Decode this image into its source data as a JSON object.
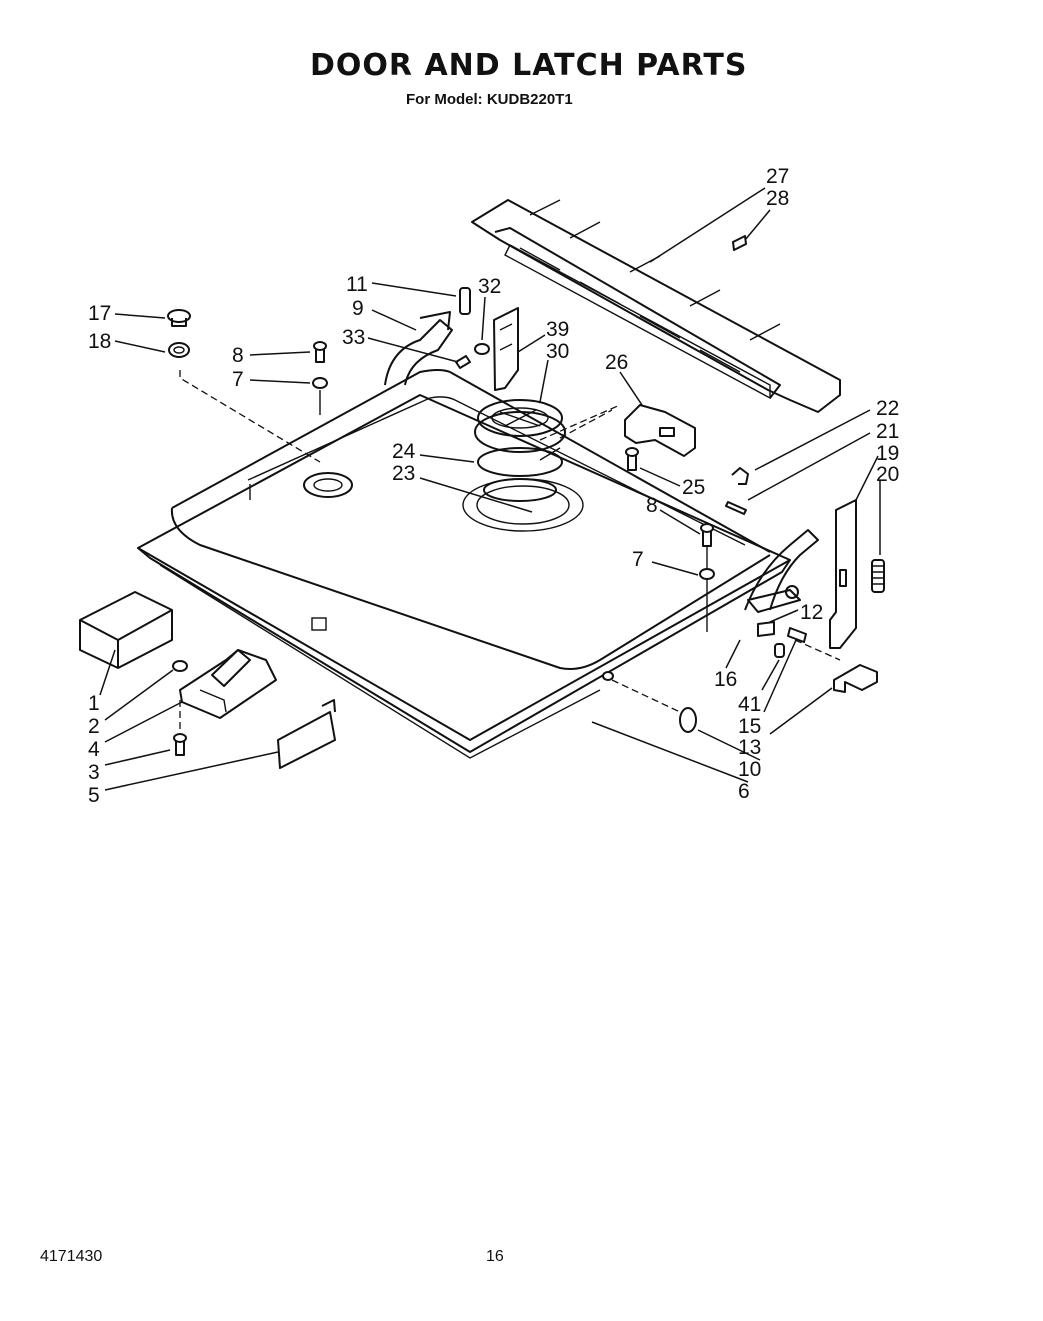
{
  "title": "DOOR AND LATCH PARTS",
  "subtitle": "For Model: KUDB220T1",
  "footer": {
    "doc_number": "4171430",
    "page_number": "16"
  },
  "callouts": {
    "c1": "1",
    "c2": "2",
    "c3": "3",
    "c4": "4",
    "c5": "5",
    "c6": "6",
    "c7a": "7",
    "c7b": "7",
    "c8a": "8",
    "c8b": "8",
    "c9": "9",
    "c10": "10",
    "c11": "11",
    "c12": "12",
    "c13": "13",
    "c15": "15",
    "c16": "16",
    "c17": "17",
    "c18": "18",
    "c19": "19",
    "c20": "20",
    "c21": "21",
    "c22": "22",
    "c23": "23",
    "c24": "24",
    "c25": "25",
    "c26": "26",
    "c27": "27",
    "c28": "28",
    "c30": "30",
    "c32": "32",
    "c33": "33",
    "c39": "39",
    "c41": "41"
  }
}
